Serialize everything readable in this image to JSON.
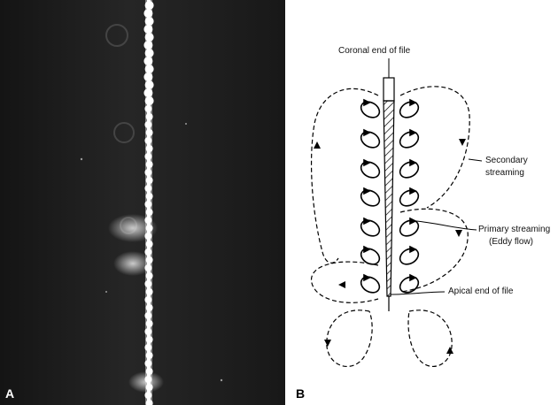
{
  "figure": {
    "panel_a": {
      "letter": "A"
    },
    "panel_b": {
      "letter": "B",
      "labels": {
        "coronal": "Coronal end of file",
        "secondary_1": "Secondary",
        "secondary_2": "streaming",
        "primary_1": "Primary streaming",
        "primary_2": "(Eddy flow)",
        "apical": "Apical end of file"
      }
    }
  }
}
